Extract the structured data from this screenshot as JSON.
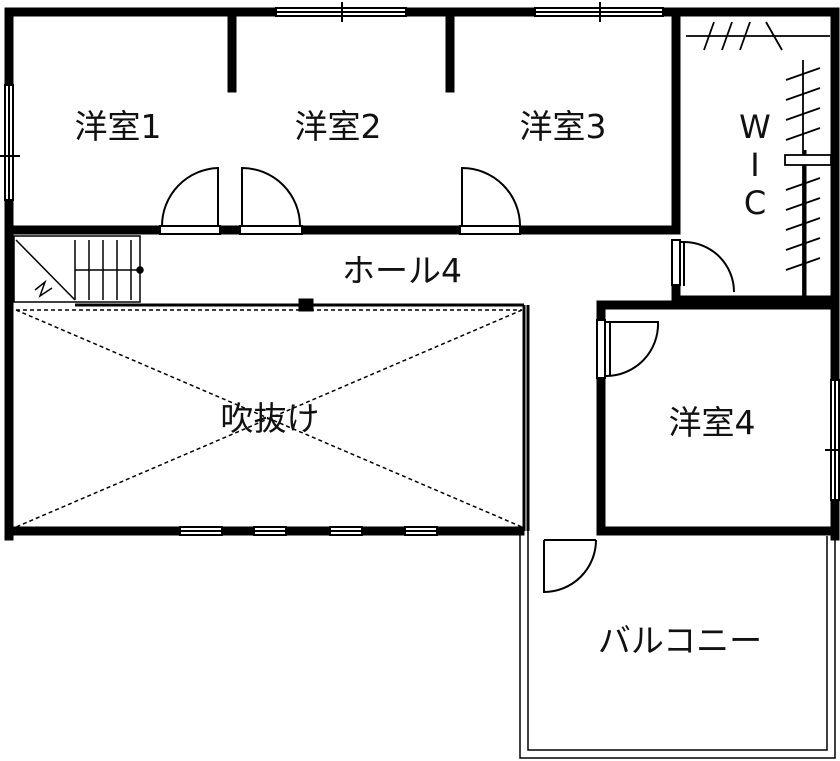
{
  "floor_plan": {
    "rooms": {
      "room1": "洋室1",
      "room2": "洋室2",
      "room3": "洋室3",
      "room4": "洋室4",
      "hall": "ホール4",
      "void": "吹抜け",
      "balcony": "バルコニー",
      "wic": [
        "W",
        "I",
        "C"
      ]
    },
    "colors": {
      "wall": "#000000",
      "line": "#111111",
      "background": "#ffffff"
    }
  }
}
